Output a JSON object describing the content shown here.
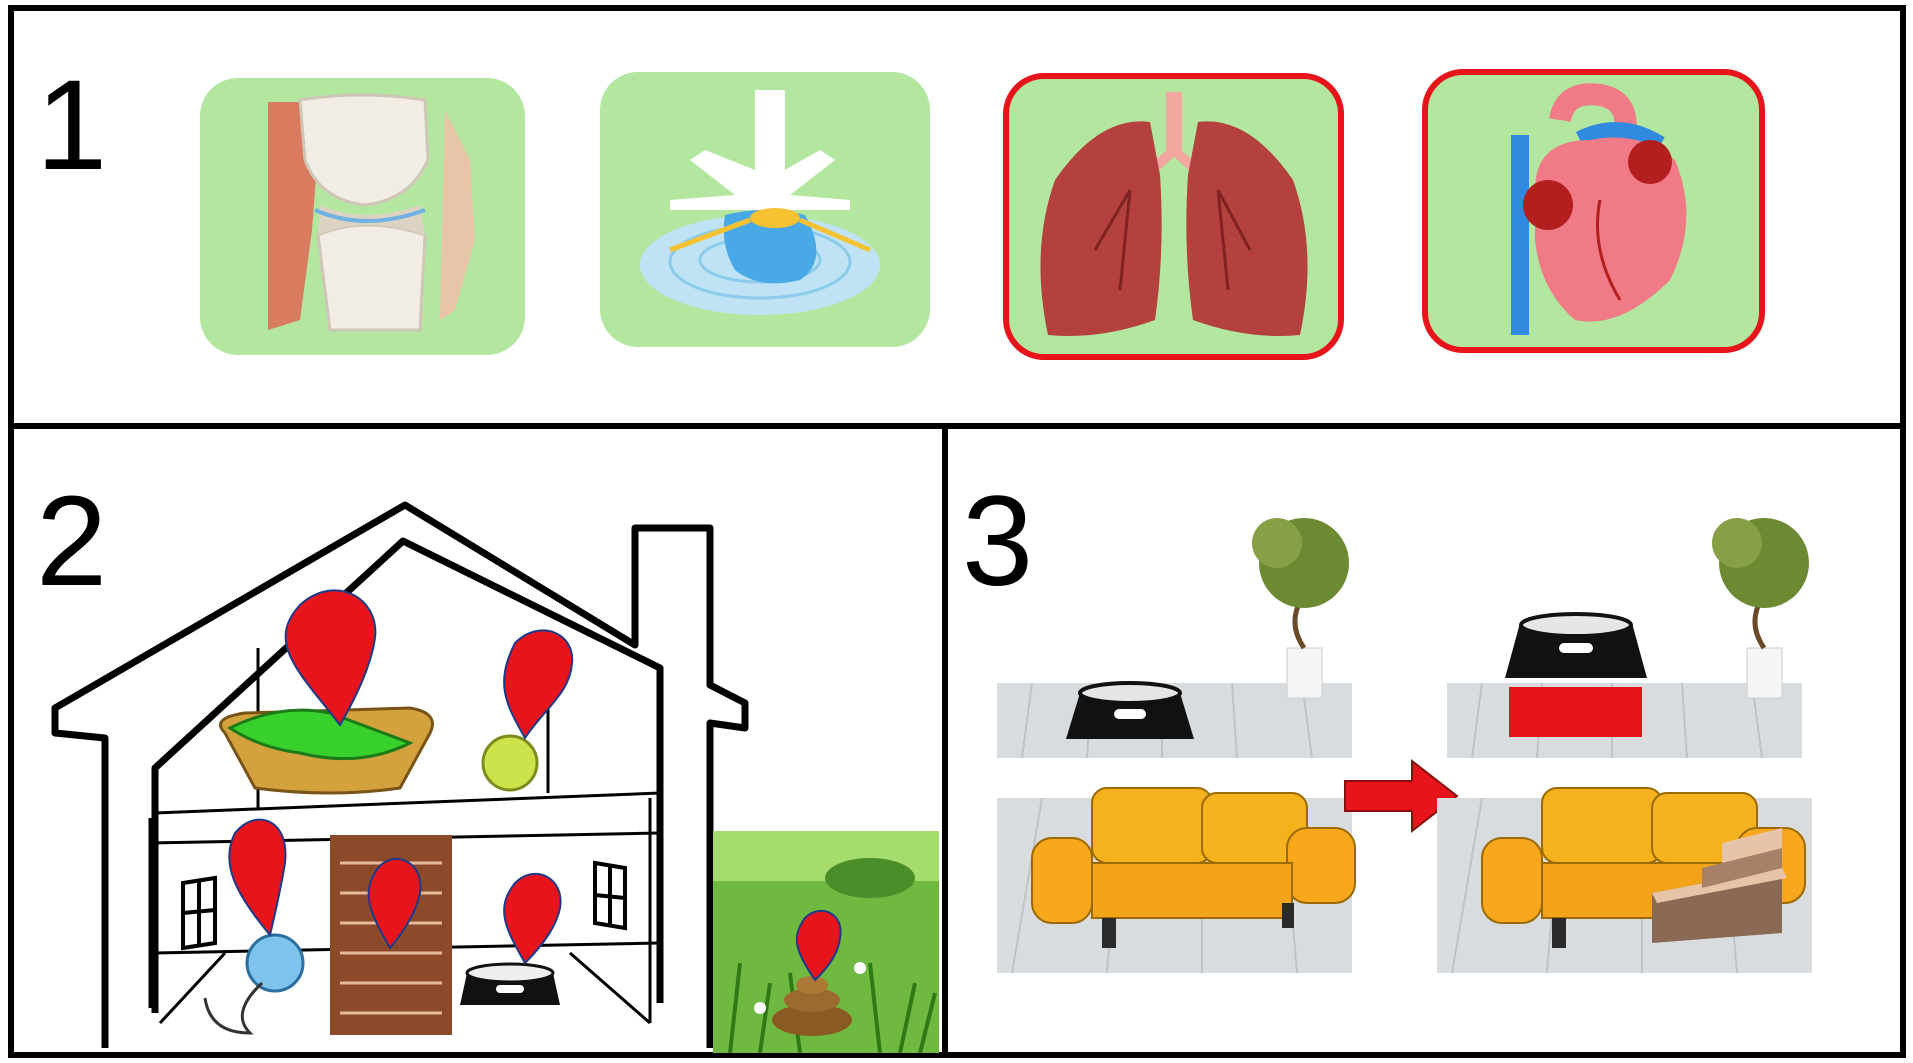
{
  "panels": [
    {
      "number": "1",
      "items": [
        "joint-icon",
        "spine-disc-icon",
        "lungs-icon",
        "heart-icon"
      ],
      "highlighted": [
        "lungs-icon",
        "heart-icon"
      ]
    },
    {
      "number": "2",
      "items": [
        "house-icon",
        "dog-bed-icon",
        "tennis-ball-icon",
        "leash-icon",
        "stairs-icon",
        "dog-bowl-icon",
        "grass-field-icon",
        "dog-poop-icon",
        "map-pin-icon"
      ]
    },
    {
      "number": "3",
      "items": [
        "room-before",
        "room-after",
        "arrow-right-icon",
        "raised-dog-bowl-icon",
        "sofa-icon",
        "pet-steps-icon",
        "potted-plant-icon"
      ]
    }
  ],
  "colors": {
    "tile_green": "#b3e7a0",
    "highlight_red": "#e8141b",
    "pin_red": "#e8141b",
    "sofa_yellow": "#f5b21d",
    "bowl_black": "#111111",
    "floor_grey": "#d9dcdf"
  }
}
